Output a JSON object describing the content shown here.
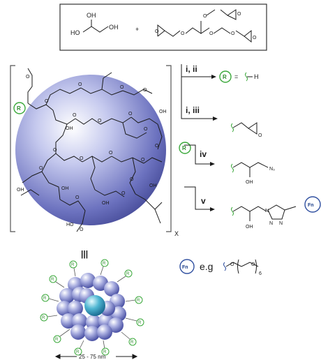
{
  "reagents": {
    "glycerol_oh_top": "OH",
    "glycerol_oh_left": "HO",
    "glycerol_oh_right": "OH",
    "plus": "+"
  },
  "steps": [
    {
      "label": "i, ii"
    },
    {
      "label": "i, iii"
    },
    {
      "label": "iv"
    },
    {
      "label": "v"
    }
  ],
  "r_equals": {
    "r": "R",
    "equals": "=",
    "h": "H"
  },
  "products": {
    "azide_group": "N₃",
    "azide_oh": "OH",
    "triazole_oh": "OH",
    "triazole_n1": "N",
    "triazole_n2": "N",
    "triazole_n3": "N"
  },
  "polymer": {
    "repeat_x": "X",
    "o_label": "O",
    "oh_label": "OH",
    "ho_label": "HO",
    "r_label": "R"
  },
  "fn_example": {
    "fn": "Fn",
    "eg": "e.g",
    "subscript": "6"
  },
  "equivalent": "|||",
  "scale": {
    "text": "25 - 75 nm"
  },
  "colors": {
    "sphere": "#7078c0",
    "r_circle": "#3aa83a",
    "fn_circle": "#3050a0",
    "text": "#1a1a1a"
  }
}
